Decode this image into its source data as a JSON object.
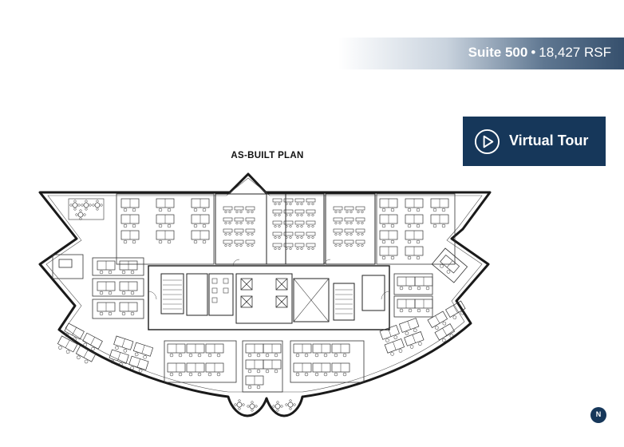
{
  "header": {
    "suite_name": "Suite 500",
    "separator": "•",
    "area": "18,427 RSF"
  },
  "virtual_tour": {
    "label": "Virtual Tour",
    "icon": "play-circle-icon"
  },
  "plan": {
    "title": "AS-BUILT PLAN",
    "compass": "N",
    "icon": "north-arrow-icon"
  },
  "colors": {
    "banner_dark": "#36506d",
    "button": "#16375a",
    "line": "#1a1a1a"
  }
}
